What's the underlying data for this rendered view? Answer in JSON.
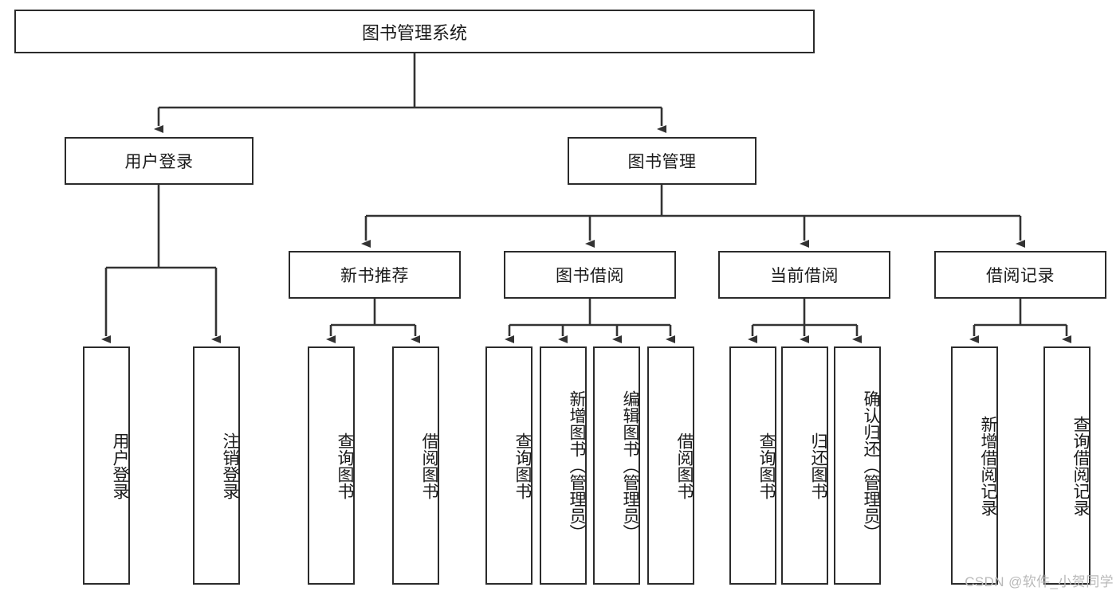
{
  "diagram": {
    "type": "tree-hierarchy",
    "title": "图书管理系统",
    "watermark": "CSDN @软件_小贺同学",
    "colors": {
      "box_border": "#2b2b2b",
      "box_fill": "#ffffff",
      "connector": "#333333",
      "text": "#1a1a1a",
      "watermark": "#b9b9b9"
    },
    "levels": {
      "root": {
        "label": "图书管理系统"
      },
      "level2": [
        {
          "label": "用户登录"
        },
        {
          "label": "图书管理"
        }
      ],
      "level3": [
        {
          "label": "新书推荐"
        },
        {
          "label": "图书借阅"
        },
        {
          "label": "当前借阅"
        },
        {
          "label": "借阅记录"
        }
      ],
      "leaves": [
        {
          "label": "用户登录",
          "parent": "用户登录"
        },
        {
          "label": "注销登录",
          "parent": "用户登录"
        },
        {
          "label": "查询图书",
          "parent": "新书推荐"
        },
        {
          "label": "借阅图书",
          "parent": "新书推荐"
        },
        {
          "label": "查询图书",
          "parent": "图书借阅"
        },
        {
          "label": "新增图书（管理员）",
          "parent": "图书借阅"
        },
        {
          "label": "编辑图书（管理员）",
          "parent": "图书借阅"
        },
        {
          "label": "借阅图书",
          "parent": "图书借阅"
        },
        {
          "label": "查询图书",
          "parent": "当前借阅"
        },
        {
          "label": "归还图书",
          "parent": "当前借阅"
        },
        {
          "label": "确认归还（管理员）",
          "parent": "当前借阅"
        },
        {
          "label": "新增借阅记录",
          "parent": "借阅记录"
        },
        {
          "label": "查询借阅记录",
          "parent": "借阅记录"
        }
      ]
    }
  }
}
